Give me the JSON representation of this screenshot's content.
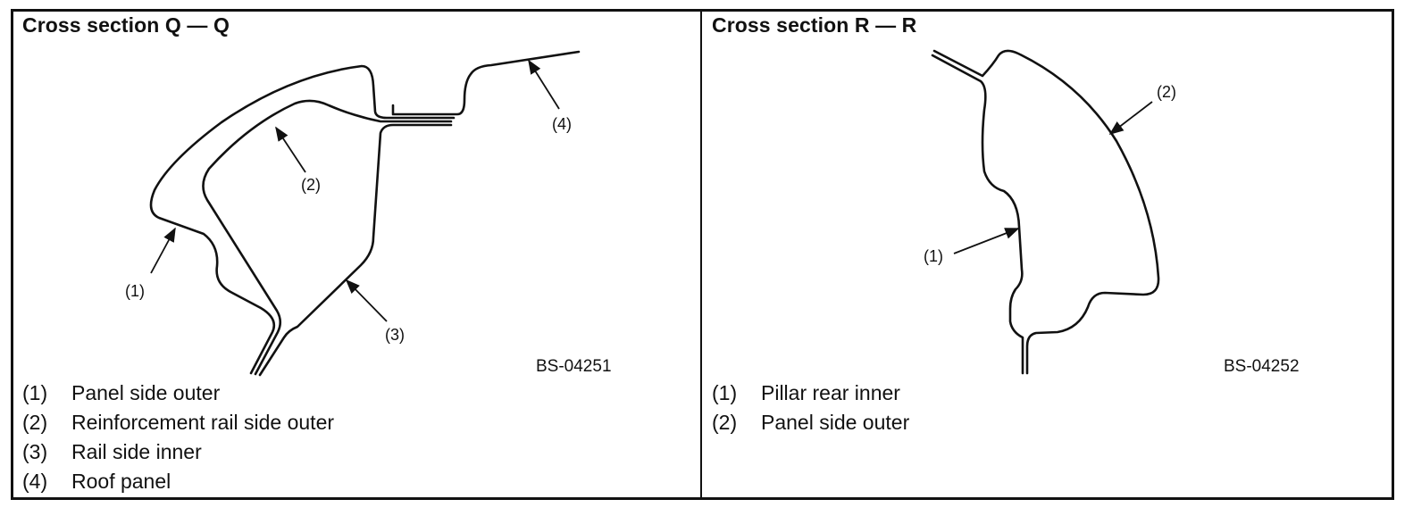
{
  "left_panel": {
    "title": "Cross section Q — Q",
    "code": "BS-04251",
    "callouts": {
      "c1": "(1)",
      "c2": "(2)",
      "c3": "(3)",
      "c4": "(4)"
    },
    "legend": [
      {
        "num": "(1)",
        "label": "Panel side outer"
      },
      {
        "num": "(2)",
        "label": "Reinforcement rail side outer"
      },
      {
        "num": "(3)",
        "label": "Rail side inner"
      },
      {
        "num": "(4)",
        "label": "Roof panel"
      }
    ]
  },
  "right_panel": {
    "title": "Cross section R — R",
    "code": "BS-04252",
    "callouts": {
      "c1": "(1)",
      "c2": "(2)"
    },
    "legend": [
      {
        "num": "(1)",
        "label": "Pillar rear inner"
      },
      {
        "num": "(2)",
        "label": "Panel side outer"
      }
    ]
  }
}
